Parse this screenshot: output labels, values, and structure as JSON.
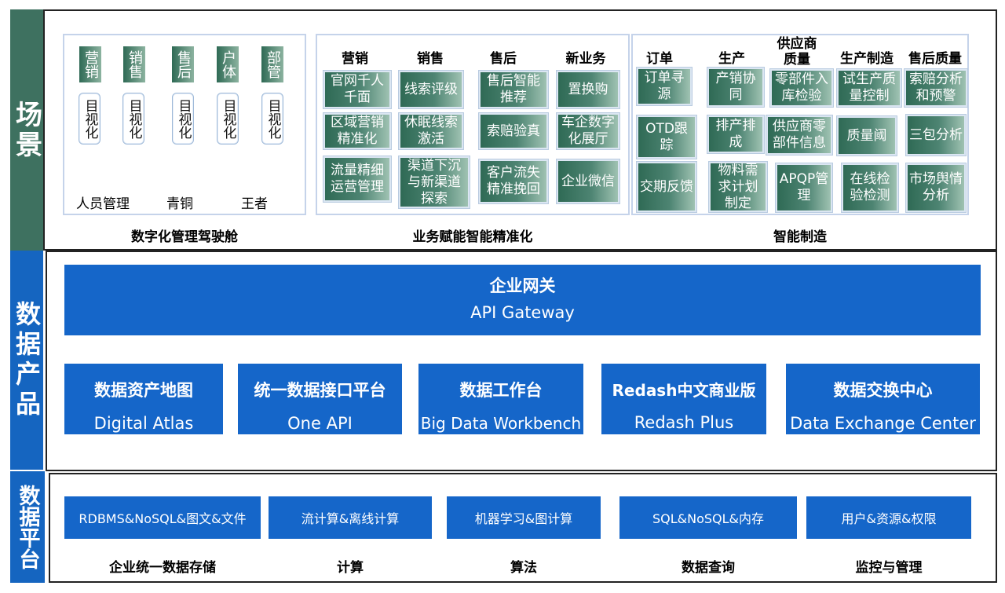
{
  "sections": {
    "scene": "场景",
    "data_products": "数据产品",
    "data_platform": "数据平台"
  },
  "cockpit": {
    "caption": "数字化管理驾驶舱",
    "green_labels": [
      "营销",
      "销售",
      "售后",
      "户体",
      "部管"
    ],
    "outline_labels": [
      "目视化",
      "目视化",
      "目视化",
      "目视化",
      "目视化"
    ],
    "tiers": [
      "人员管理",
      "青铜",
      "王者"
    ]
  },
  "business": {
    "caption": "业务赋能智能精准化",
    "columns": [
      {
        "header": "营销",
        "items": [
          "官网千人千面",
          "区域营销精准化",
          "流量精细运营管理"
        ]
      },
      {
        "header": "销售",
        "items": [
          "线索评级",
          "休眠线索激活",
          "渠道下沉与新渠道探索"
        ]
      },
      {
        "header": "售后",
        "items": [
          "售后智能推荐",
          "索赔验真",
          "客户流失精准挽回"
        ]
      },
      {
        "header": "新业务",
        "items": [
          "置换购",
          "车企数字化展厅",
          "企业微信"
        ]
      }
    ]
  },
  "manufacturing": {
    "caption": "智能制造",
    "columns": [
      {
        "header": "订单",
        "items": [
          "订单寻源",
          "OTD跟踪",
          "交期反馈"
        ]
      },
      {
        "header": "生产",
        "items": [
          "产销协同",
          "排产排成",
          "物料需求计划制定"
        ]
      },
      {
        "header": "供应商质量",
        "items": [
          "零部件入库检验",
          "供应商零部件信息",
          "APQP管理"
        ]
      },
      {
        "header": "生产制造",
        "items": [
          "试生产质量控制",
          "质量阈",
          "在线检验检测"
        ]
      },
      {
        "header": "售后质量",
        "items": [
          "索赔分析和预警",
          "三包分析",
          "市场舆情分析"
        ]
      }
    ]
  },
  "gateway": {
    "title": "企业网关",
    "subtitle": "API Gateway"
  },
  "products": [
    {
      "title": "数据资产地图",
      "subtitle": "Digital Atlas"
    },
    {
      "title": "统一数据接口平台",
      "subtitle": "One API"
    },
    {
      "title": "数据工作台",
      "subtitle": "Big Data Workbench"
    },
    {
      "title": "Redash中文商业版",
      "subtitle": "Redash Plus"
    },
    {
      "title": "数据交换中心",
      "subtitle": "Data Exchange Center"
    }
  ],
  "platform": [
    {
      "box": "RDBMS&NoSQL&图文&文件",
      "label": "企业统一数据存储"
    },
    {
      "box": "流计算&离线计算",
      "label": "计算"
    },
    {
      "box": "机器学习&图计算",
      "label": "算法"
    },
    {
      "box": "SQL&NoSQL&内存",
      "label": "数据查询"
    },
    {
      "box": "用户&资源&权限",
      "label": "监控与管理"
    }
  ]
}
